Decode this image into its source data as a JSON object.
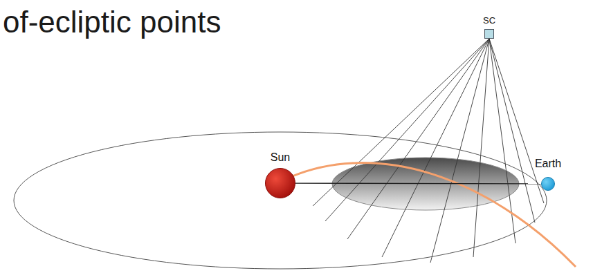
{
  "diagram": {
    "title": "of-ecliptic points",
    "nodes": [
      {
        "text": [
          "SC"
        ]
      },
      {
        "text": [
          "Sun"
        ]
      },
      {
        "text": [
          "Earth"
        ]
      }
    ],
    "edges": [
      {
        "from": 1,
        "to": 2,
        "arrow": "none"
      }
    ]
  }
}
